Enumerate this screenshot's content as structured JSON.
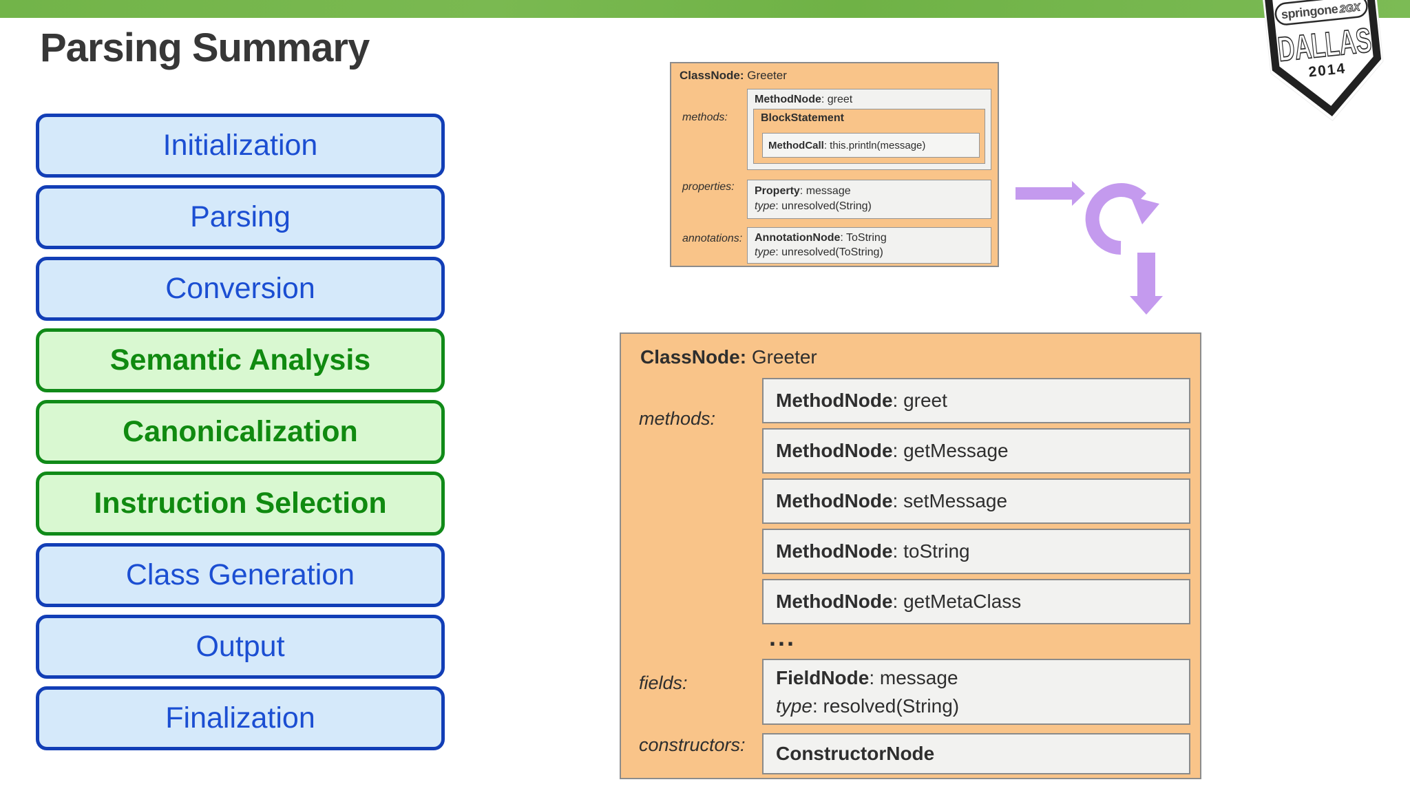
{
  "title": "Parsing Summary",
  "colors": {
    "top_bar_green": "#74b64b",
    "phase_blue_bg": "#d5e9fa",
    "phase_blue_border": "#123eb6",
    "phase_blue_text": "#1b4ed2",
    "phase_green_bg": "#d9f8d1",
    "phase_green_border": "#108a18",
    "phase_green_text": "#108a10",
    "ast_orange": "#f9c489",
    "node_gray": "#f2f2f0",
    "arrow_purple": "#c49aee"
  },
  "phases": [
    {
      "label": "Initialization",
      "state": "normal"
    },
    {
      "label": "Parsing",
      "state": "normal"
    },
    {
      "label": "Conversion",
      "state": "normal"
    },
    {
      "label": "Semantic Analysis",
      "state": "highlight"
    },
    {
      "label": "Canonicalization",
      "state": "highlight"
    },
    {
      "label": "Instruction Selection",
      "state": "highlight"
    },
    {
      "label": "Class Generation",
      "state": "normal"
    },
    {
      "label": "Output",
      "state": "normal"
    },
    {
      "label": "Finalization",
      "state": "normal"
    }
  ],
  "ast_before": {
    "header_bold": "ClassNode:",
    "header_rest": " Greeter",
    "labels": {
      "methods": "methods:",
      "properties": "properties:",
      "annotations": "annotations:"
    },
    "method": {
      "bold": "MethodNode",
      "rest": ": greet"
    },
    "block_statement": "BlockStatement",
    "method_call": {
      "bold": "MethodCall",
      "rest": ": this.println(message)"
    },
    "property": {
      "bold": "Property",
      "rest": ": message"
    },
    "property_type": {
      "italic": "type",
      "rest": ": unresolved(String)"
    },
    "annotation": {
      "bold": "AnnotationNode",
      "rest": ": ToString"
    },
    "annotation_type": {
      "italic": "type",
      "rest": ": unresolved(ToString)"
    }
  },
  "ast_after": {
    "header_bold": "ClassNode:",
    "header_rest": " Greeter",
    "labels": {
      "methods": "methods:",
      "fields": "fields:",
      "constructors": "constructors:"
    },
    "methods": [
      {
        "bold": "MethodNode",
        "rest": ": greet"
      },
      {
        "bold": "MethodNode",
        "rest": ": getMessage"
      },
      {
        "bold": "MethodNode",
        "rest": ": setMessage"
      },
      {
        "bold": "MethodNode",
        "rest": ": toString"
      },
      {
        "bold": "MethodNode",
        "rest": ": getMetaClass"
      }
    ],
    "ellipsis": "...",
    "field": {
      "bold": "FieldNode",
      "rest": ": message",
      "type_italic": "type",
      "type_rest": ": resolved(String)"
    },
    "constructor": "ConstructorNode"
  },
  "badge": {
    "springone": "springone",
    "gx": "2GX",
    "city": "DALLAS",
    "year": "2014"
  }
}
